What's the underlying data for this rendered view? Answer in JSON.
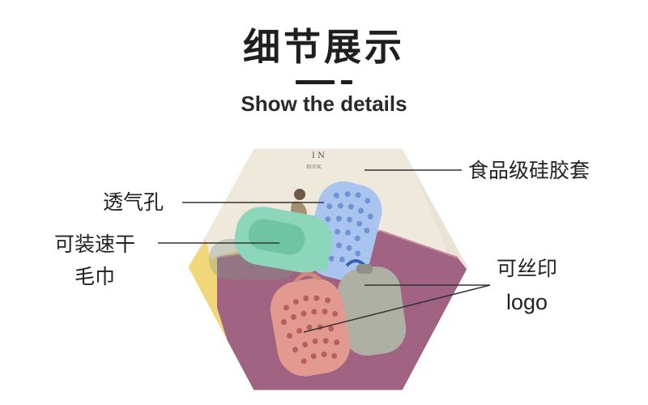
{
  "header": {
    "title": "细节展示",
    "subtitle": "Show the details"
  },
  "callouts": {
    "silicone_cover": "食品级硅胶套",
    "breathable_holes": "透气孔",
    "quick_dry_towel_line1": "可装速干",
    "quick_dry_towel_line2": "毛巾",
    "printable_line1": "可丝印",
    "printable_line2": "logo"
  },
  "colors": {
    "towel": "#9c5f7e",
    "blue_case": "#a9c4ef",
    "green_case": "#8cd6bb",
    "pink_case": "#e29a90",
    "gray_case": "#aeb0a4",
    "book": "#efe9dc",
    "yellow_sheet": "#f1d77a"
  }
}
